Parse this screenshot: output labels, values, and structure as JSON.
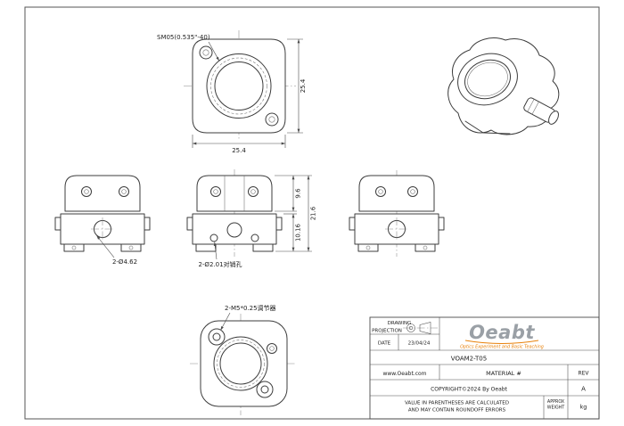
{
  "colors": {
    "line": "#3c3c3c",
    "accent_orange": "#e8820c",
    "logo_gray": "#9aa0a6"
  },
  "views": {
    "front": {
      "thread_callout": "SM05(0.535\"-40)",
      "dim_width": "25.4",
      "dim_height": "25.4"
    },
    "ortho": {
      "dim_body": "9.6",
      "dim_overall": "21.6",
      "dim_base": "10.16",
      "callout_holes": "2-Ø4.62",
      "callout_pins": "2-Ø2.01对销孔"
    },
    "bottom": {
      "callout_adjuster": "2-M5*0.25调节器"
    }
  },
  "title_block": {
    "drawing_label": "DRAWING",
    "projection_label": "PROJECTION",
    "date_label": "DATE",
    "date_value": "23/04/24",
    "logo": "Oeabt",
    "logo_tagline": "Optics Experiment and Basic Teaching",
    "part_number": "VOAM2-T05",
    "website": "www.Oeabt.com",
    "material_label": "MATERIAL #",
    "rev_label": "REV",
    "rev_value": "A",
    "copyright": "COPYRIGHT©2024 By Oeabt",
    "disclaimer_line1": "VALUE IN PARENTHESES ARE CALCULATED",
    "disclaimer_line2": "AND MAY CONTAIN ROUNDOFF ERRORS",
    "approx_weight_line1": "APPROX",
    "approx_weight_line2": "WEIGHT",
    "weight_unit": "kg"
  }
}
